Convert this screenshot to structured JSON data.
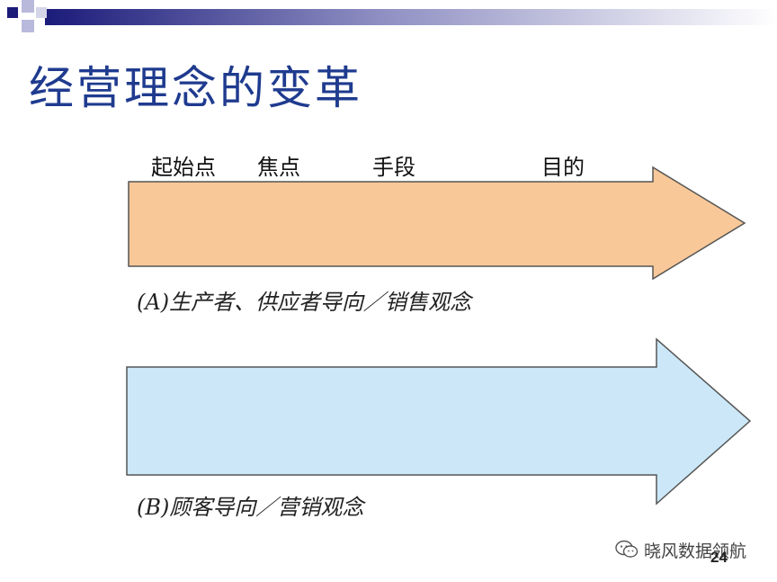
{
  "slide": {
    "title": "经营理念的变革",
    "step_labels": [
      "起始点",
      "焦点",
      "手段",
      "目的"
    ],
    "arrow_a": {
      "caption": "(A)生产者、供应者导向／销售观念",
      "fill_color": "#f9c898",
      "stroke_color": "#555555"
    },
    "arrow_b": {
      "caption": "(B)顾客导向／营销观念",
      "fill_color": "#cce8f8",
      "stroke_color": "#555555"
    },
    "page_number": "24",
    "title_color": "#1f3b8f",
    "top_bar_colors": [
      "#1b1b7a",
      "#a7a7d4",
      "#ffffff"
    ]
  },
  "watermark": {
    "icon": "wechat-icon",
    "text": "晓风数据领航"
  }
}
